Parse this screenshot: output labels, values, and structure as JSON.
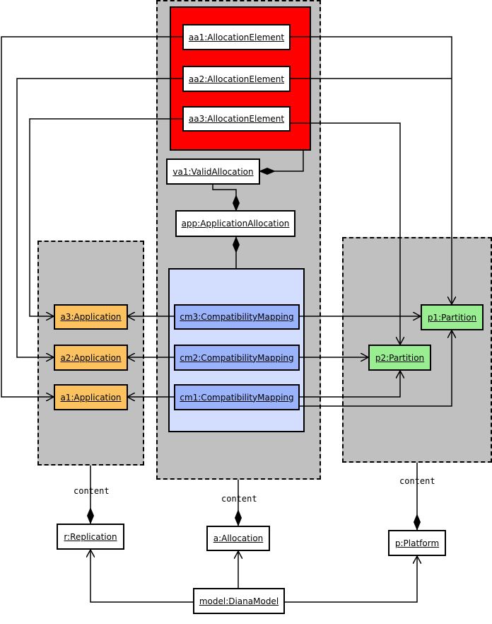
{
  "objects": {
    "aa1": "aa1:AllocationElement",
    "aa2": "aa2:AllocationElement",
    "aa3": "aa3:AllocationElement",
    "va1": "va1:ValidAllocation",
    "app": "app:ApplicationAllocation",
    "cm3": "cm3:CompatibilityMapping",
    "cm2": "cm2:CompatibilityMapping",
    "cm1": "cm1:CompatibilityMapping",
    "a3": "a3:Application",
    "a2": "a2:Application",
    "a1": "a1:Application",
    "p1": "p1:Partition",
    "p2": "p2:Partition",
    "r": "r:Replication",
    "a": "a:Allocation",
    "p": "p:Platform",
    "model": "model:DianaModel"
  },
  "labels": {
    "content_left": "content",
    "content_center": "content",
    "content_right": "content"
  },
  "colors": {
    "region": "#c0c0c0",
    "allocation_elements_group": "#ff0000",
    "compatibility_group": "#d3defe",
    "application": "#fbc25f",
    "compatibility_mapping": "#9bb3fb",
    "partition": "#98ee90"
  }
}
